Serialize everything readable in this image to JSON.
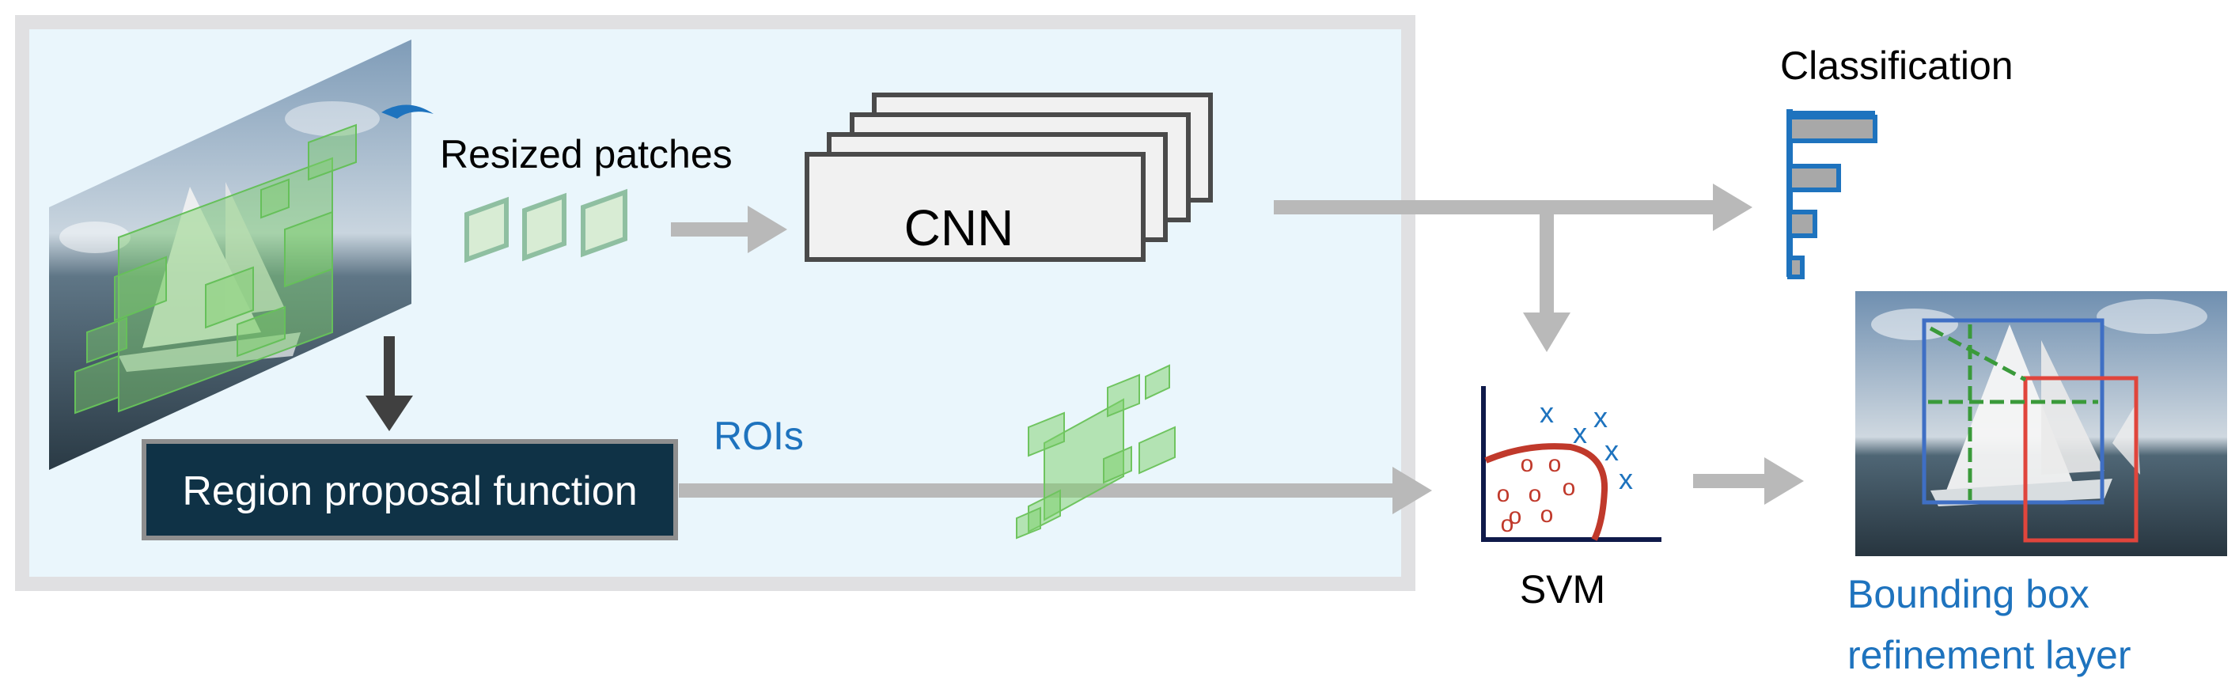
{
  "labels": {
    "resized_patches": "Resized patches",
    "cnn": "CNN",
    "classification": "Classification",
    "rois": "ROIs",
    "region_proposal": "Region proposal function",
    "svm": "SVM",
    "bbox_line1": "Bounding box",
    "bbox_line2": "refinement layer"
  },
  "svm_marks": {
    "x_glyph": "x",
    "o_glyph": "o"
  },
  "colors": {
    "panel_fill": "#eaf6fc",
    "panel_border": "#e0e0e2",
    "arrow_gray": "#b9b9b9",
    "dark_arrow": "#404040",
    "region_box": "#0f3246",
    "accent_blue": "#1e73be",
    "svm_red": "#c0392b",
    "green_patch": "#7ccf6a",
    "bbox_blue": "#3f6fc4",
    "bbox_red": "#e0453c"
  }
}
